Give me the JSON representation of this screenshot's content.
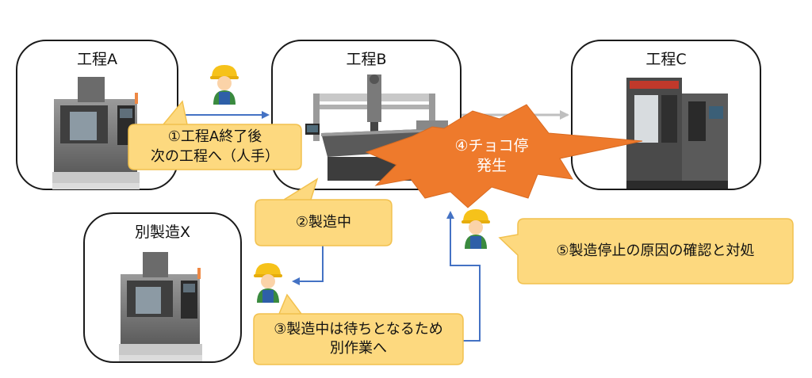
{
  "processes": {
    "a_title": "工程A",
    "b_title": "工程B",
    "c_title": "工程C",
    "x_title": "別製造X"
  },
  "callouts": {
    "step1": "①工程A終了後\n次の工程へ（人手）",
    "step2": "②製造中",
    "step3": "③製造中は待ちとなるため\n別作業へ",
    "step4": "④チョコ停\n発生",
    "step5": "⑤製造停止の原因の確認と対処"
  },
  "colors": {
    "bubble_fill": "#fdd97f",
    "bubble_stroke": "#f2c14e",
    "burst_fill": "#ee7a2c",
    "arrow_blue": "#4472c4",
    "arrow_gray": "#bfbfbf"
  },
  "icons": {
    "worker": "worker-hardhat-icon",
    "machine": "cnc-machine-icon"
  }
}
